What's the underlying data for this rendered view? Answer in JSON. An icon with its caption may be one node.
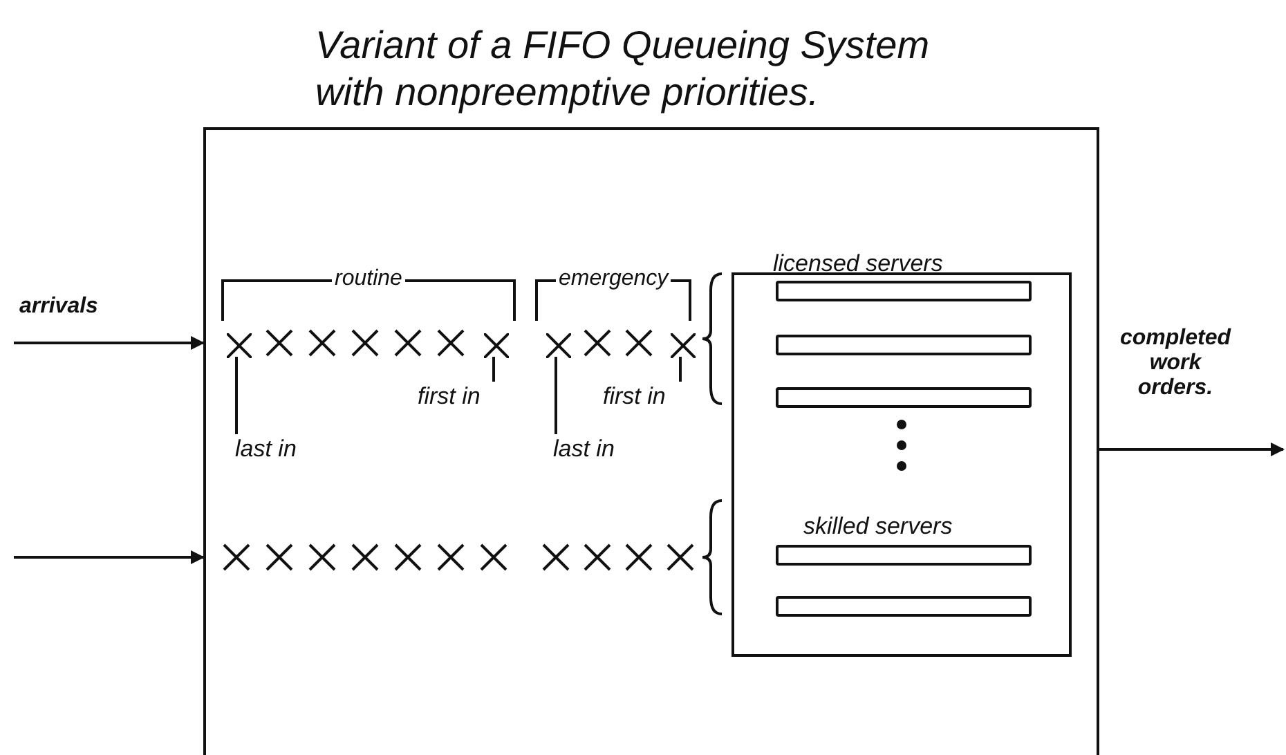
{
  "diagram": {
    "title": "Variant of a FIFO Queueing System with nonpreemptive priorities.",
    "nodes": [
      {
        "text": [],
        "shape": "box"
      },
      {
        "text": [
          "licensed servers",
          "skilled servers"
        ],
        "in": 0
      },
      {
        "text": [],
        "shape": "bar",
        "in": 1
      },
      {
        "text": [],
        "shape": "bar",
        "in": 1
      },
      {
        "text": [],
        "shape": "bar",
        "in": 1
      },
      {
        "text": [],
        "shape": "bar",
        "in": 1
      },
      {
        "text": [],
        "shape": "bar",
        "in": 1
      },
      {
        "text": [
          "first in"
        ],
        "in": 0
      },
      {
        "text": [
          "last in"
        ],
        "in": 0
      },
      {
        "text": [
          "first in"
        ],
        "in": 0
      },
      {
        "text": [
          "last in"
        ],
        "in": 0
      },
      {
        "text": [],
        "shape": "cross",
        "in": 0
      },
      {
        "text": [],
        "shape": "cross",
        "in": 0
      },
      {
        "text": [],
        "shape": "cross",
        "in": 0
      },
      {
        "text": [],
        "shape": "cross",
        "in": 0
      }
    ],
    "edges": [
      {
        "from": null,
        "to": 0,
        "arrow": "to",
        "label": "arrivals"
      },
      {
        "from": null,
        "to": 0,
        "arrow": "to"
      },
      {
        "from": 0,
        "to": null,
        "arrow": "to",
        "label": "completed work orders."
      },
      {
        "from": 7,
        "to": 12,
        "arrow": "none"
      },
      {
        "from": 8,
        "to": 11,
        "arrow": "none"
      },
      {
        "from": 9,
        "to": 14,
        "arrow": "none"
      },
      {
        "from": 10,
        "to": 13,
        "arrow": "none"
      }
    ],
    "labels": [
      "routine",
      "emergency"
    ]
  }
}
